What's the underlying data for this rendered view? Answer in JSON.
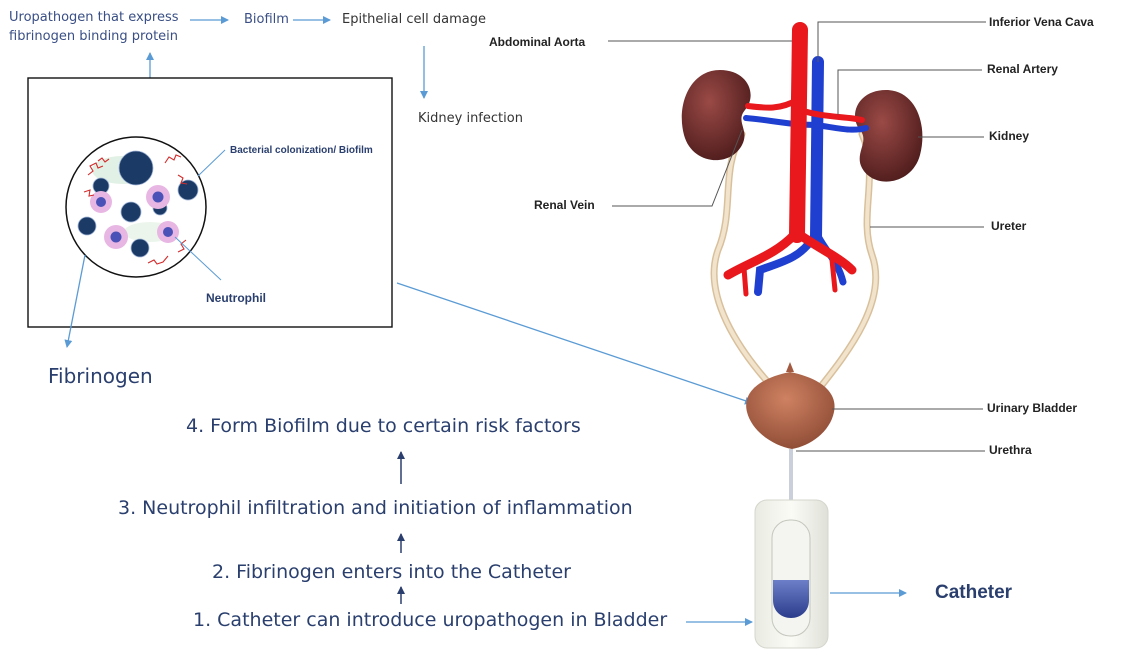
{
  "top_flow": {
    "uropathogen_line1": "Uropathogen that express",
    "uropathogen_line2": "fibrinogen binding protein",
    "biofilm": "Biofilm",
    "epithelial": "Epithelial cell damage",
    "kidney_infection": "Kidney infection"
  },
  "inset": {
    "bacterial_colonization": "Bacterial colonization/  Biofilm",
    "neutrophil": "Neutrophil"
  },
  "fibrinogen_label": "Fibrinogen",
  "steps": [
    "1. Catheter can introduce uropathogen in Bladder",
    "2. Fibrinogen enters into the Catheter",
    "3. Neutrophil infiltration and initiation of inflammation",
    "4. Form Biofilm due to certain risk factors"
  ],
  "anatomy_labels": {
    "inferior_vena_cava": "Inferior Vena Cava",
    "abdominal_aorta": "Abdominal Aorta",
    "renal_artery": "Renal Artery",
    "kidney": "Kidney",
    "renal_vein": "Renal Vein",
    "ureter": "Ureter",
    "urinary_bladder": "Urinary Bladder",
    "urethra": "Urethra"
  },
  "catheter_label": "Catheter",
  "colors": {
    "arrow": "#5b9bd5",
    "text_blue": "#2a3f6e",
    "aorta": "#e8181c",
    "vena_cava": "#1f3fd1",
    "kidney": "#6a2a2a",
    "bladder": "#b5664a",
    "ureter": "#e9d6b8",
    "catheter_fluid": "#3b4fa0"
  }
}
